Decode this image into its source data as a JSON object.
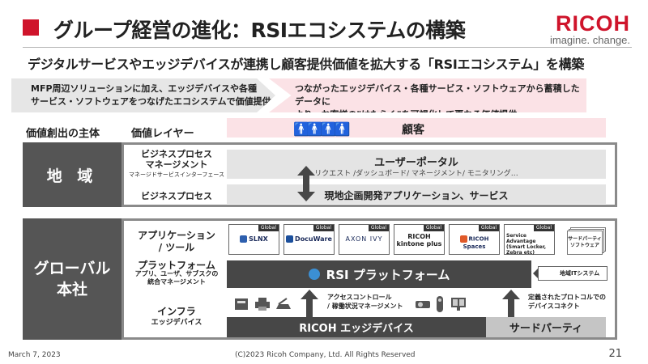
{
  "header": {
    "title": "グループ経営の進化：RSIエコシステムの構築",
    "logo_word": "RICOH",
    "logo_tagline": "imagine. change."
  },
  "subtitle": "デジタルサービスやエッジデバイスが連携し顧客提供価値を拡大する「RSIエコシステム」を構築",
  "chevrons": {
    "left": [
      "MFP周辺ソリューションに加え、エッジデバイスや各種",
      "サービス・ソフトウェアをつなげたエコシステムで価値提供"
    ],
    "right": [
      "つながったエッジデバイス・各種サービス・ソフトウェアから蓄積したデータに",
      "より、お客様の\"はたらく\"を可視化して更なる価値提供"
    ]
  },
  "headers": {
    "value_creator": "価値創出の主体",
    "value_layer": "価値レイヤー",
    "customer": "顧客"
  },
  "region": {
    "label": "地 域",
    "layers": {
      "bpm": [
        "ビジネスプロセス",
        "マネージメント",
        "マネージドサービスインターフェース"
      ],
      "bp": "ビジネスプロセス"
    },
    "portal_title": "ユーザーポータル",
    "portal_sub": "リクエスト /ダッシュボード/ マネージメント/ モニタリング…",
    "local_apps": "現地企画開発アプリケーション、サービス"
  },
  "global": {
    "label": [
      "グローバル",
      "本社"
    ],
    "layers": {
      "app": [
        "アプリケーション",
        "/ ツール"
      ],
      "platform": [
        "プラットフォーム",
        "アプリ、ユーザ、サブスクの",
        "統合マネージメント"
      ],
      "infra": [
        "インフラ",
        "エッジデバイス"
      ]
    },
    "tiles": [
      {
        "tag": "Global",
        "name": "SLNX"
      },
      {
        "tag": "Global",
        "name": "DocuWare"
      },
      {
        "tag": "Global",
        "name": "AXON IVY"
      },
      {
        "tag": "Global",
        "name": "RICOH kintone plus"
      },
      {
        "tag": "Global",
        "name": "RICOH Spaces"
      },
      {
        "tag": "Global",
        "name": "Service Advantage (Smart Locker, Zebra etc)"
      }
    ],
    "third_party_software": [
      "サードパーティ",
      "ソフトウェア"
    ],
    "platform_name": "RSI プラットフォーム",
    "regional_it": "地域ITシステム",
    "access_note": [
      "アクセスコントロール",
      "/ 稼働状況マネージメント"
    ],
    "protocol_note": [
      "定義されたプロトコルでの",
      "デバイスコネクト"
    ],
    "edge_bar": "RICOH エッジデバイス",
    "third_party_bar": "サードパーティ"
  },
  "footer": {
    "date": "March 7, 2023",
    "copyright": "(C)2023 Ricoh Company, Ltd. All Rights Reserved",
    "page": "21"
  },
  "colors": {
    "brand_red": "#cf142b",
    "dark_gray": "#474747",
    "pink_band": "#fbe2e6"
  }
}
